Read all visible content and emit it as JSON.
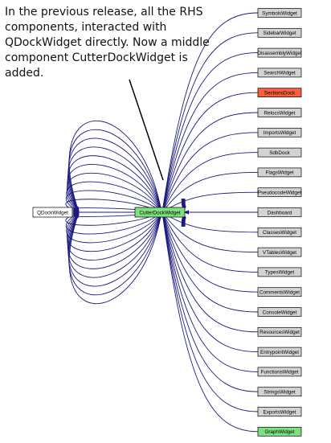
{
  "annotation": "In the previous release, all the RHS components, interacted with QDockWidget directly. Now a middle component CutterDockWidget is added.",
  "colors": {
    "edge": "#1a1a80",
    "node_fill_default": "#d3d3d3",
    "node_fill_highlight_red": "#f95f3d",
    "node_fill_highlight_green": "#7ee07e",
    "node_fill_base": "#ffffff",
    "node_border": "#000000",
    "pointer": "#000000"
  },
  "icons": {
    "edge_arrowhead": "arrowhead-icon",
    "pointer": "pointer-line"
  },
  "base_node": {
    "label": "QDockWidget"
  },
  "middle_node": {
    "label": "CutterDockWidget",
    "fill": "#7ee07e"
  },
  "components": [
    {
      "label": "SymbolsWidget",
      "fill": "#d3d3d3"
    },
    {
      "label": "SidebarWidget",
      "fill": "#d3d3d3"
    },
    {
      "label": "DisassemblyWidget",
      "fill": "#d3d3d3"
    },
    {
      "label": "SearchWidget",
      "fill": "#d3d3d3"
    },
    {
      "label": "SectionsDock",
      "fill": "#f95f3d"
    },
    {
      "label": "RelocsWidget",
      "fill": "#d3d3d3"
    },
    {
      "label": "ImportsWidget",
      "fill": "#d3d3d3"
    },
    {
      "label": "SdbDock",
      "fill": "#d3d3d3"
    },
    {
      "label": "FlagsWidget",
      "fill": "#d3d3d3"
    },
    {
      "label": "PseudocodeWidget",
      "fill": "#d3d3d3"
    },
    {
      "label": "Dashboard",
      "fill": "#d3d3d3"
    },
    {
      "label": "ClassesWidget",
      "fill": "#d3d3d3"
    },
    {
      "label": "VTablesWidget",
      "fill": "#d3d3d3"
    },
    {
      "label": "TypesWidget",
      "fill": "#d3d3d3"
    },
    {
      "label": "CommentsWidget",
      "fill": "#d3d3d3"
    },
    {
      "label": "ConsoleWidget",
      "fill": "#d3d3d3"
    },
    {
      "label": "ResourcesWidget",
      "fill": "#d3d3d3"
    },
    {
      "label": "EntrypointWidget",
      "fill": "#d3d3d3"
    },
    {
      "label": "FunctionsWidget",
      "fill": "#d3d3d3"
    },
    {
      "label": "StringsWidget",
      "fill": "#d3d3d3"
    },
    {
      "label": "ExportsWidget",
      "fill": "#d3d3d3"
    },
    {
      "label": "GraphWidget",
      "fill": "#7ee07e"
    }
  ]
}
